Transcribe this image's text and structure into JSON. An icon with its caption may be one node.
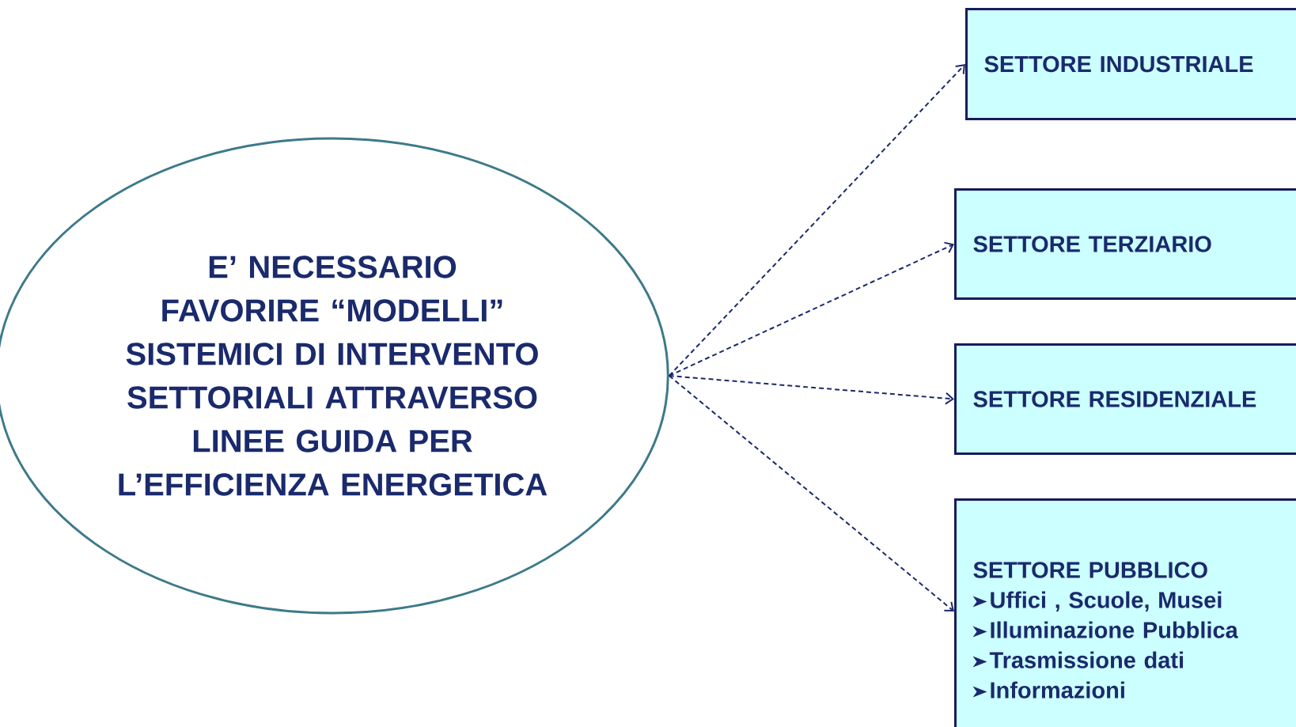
{
  "diagram": {
    "nodes": [
      {
        "text": [
          "E’ NECESSARIO FAVORIRE “MODELLI” SISTEMICI DI INTERVENTO SETTORIALI ATTRAVERSO LINEE GUIDA PER L’EFFICIENZA ENERGETICA"
        ]
      },
      {
        "text": [
          "SETTORE INDUSTRIALE"
        ]
      },
      {
        "text": [
          "SETTORE TERZIARIO"
        ]
      },
      {
        "text": [
          "SETTORE RESIDENZIALE"
        ]
      },
      {
        "text": [
          "SETTORE PUBBLICO",
          "Uffici , Scuole, Musei",
          "Illuminazione Pubblica",
          "Trasmissione dati",
          "Informazioni"
        ]
      }
    ],
    "edges": [
      {
        "from": 0,
        "to": 1,
        "arrow": "to",
        "style": "dashed"
      },
      {
        "from": 0,
        "to": 2,
        "arrow": "to",
        "style": "dashed"
      },
      {
        "from": 0,
        "to": 3,
        "arrow": "to",
        "style": "dashed"
      },
      {
        "from": 0,
        "to": 4,
        "arrow": "to",
        "style": "dashed"
      }
    ]
  }
}
